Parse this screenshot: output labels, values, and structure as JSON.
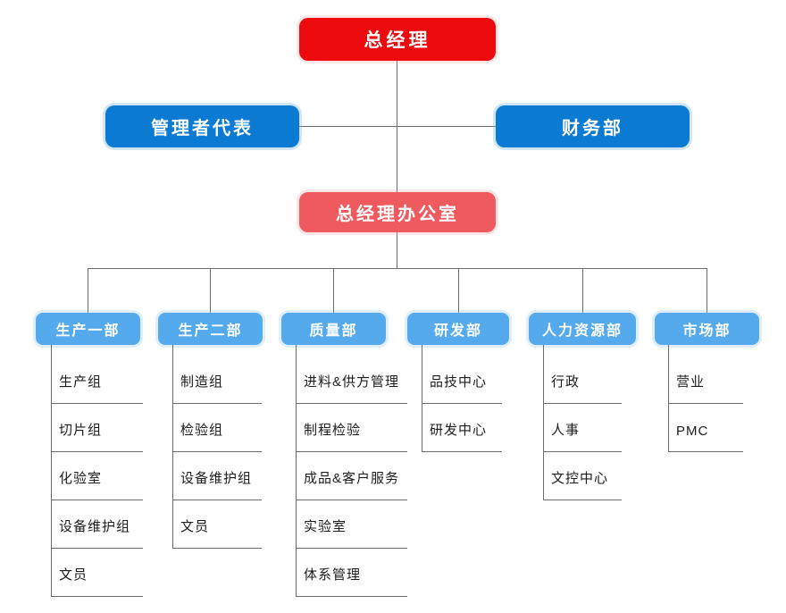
{
  "org_chart": {
    "type": "org-tree-diagram",
    "root": {
      "label": "总经理"
    },
    "level2": [
      {
        "label": "管理者代表"
      },
      {
        "label": "财务部"
      }
    ],
    "office": {
      "label": "总经理办公室"
    },
    "departments": [
      {
        "label": "生产一部",
        "children": [
          "生产组",
          "切片组",
          "化验室",
          "设备维护组",
          "文员"
        ]
      },
      {
        "label": "生产二部",
        "children": [
          "制造组",
          "检验组",
          "设备维护组",
          "文员"
        ]
      },
      {
        "label": "质量部",
        "children": [
          "进料&供方管理",
          "制程检验",
          "成品&客户服务",
          "实验室",
          "体系管理"
        ]
      },
      {
        "label": "研发部",
        "children": [
          "品技中心",
          "研发中心"
        ]
      },
      {
        "label": "人力资源部",
        "children": [
          "行政",
          "人事",
          "文控中心"
        ]
      },
      {
        "label": "市场部",
        "children": [
          "营业",
          "PMC"
        ]
      }
    ],
    "colors": {
      "root_red": "#ed0a0f",
      "level2_blue": "#0b7ad3",
      "office_coral": "#ef5a5f",
      "department_light_blue": "#54aaec",
      "connector_gray": "#6b6b6b",
      "leaf_text": "#1c1c1c",
      "background": "#ffffff"
    }
  }
}
